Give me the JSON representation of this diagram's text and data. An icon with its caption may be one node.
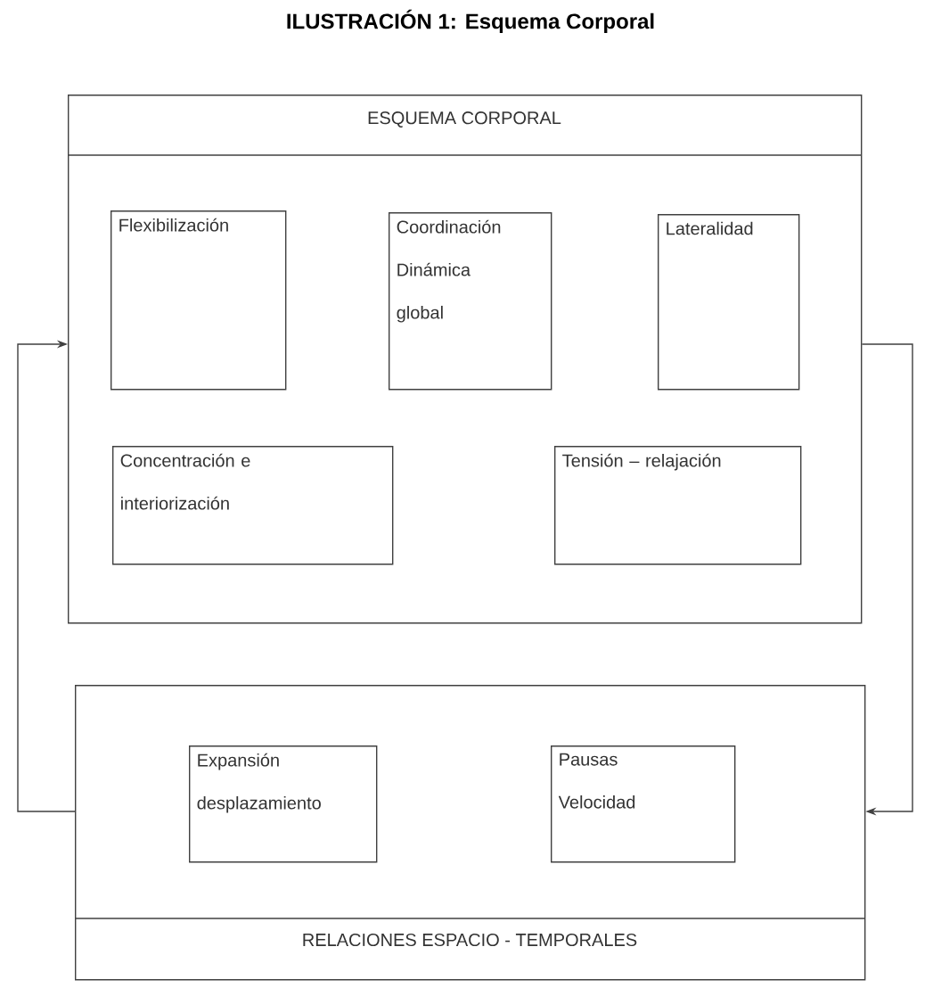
{
  "diagram": {
    "title": "ILUSTRACIÓN 1: Esquema Corporal",
    "nodes": [
      {
        "text": [
          "ESQUEMA CORPORAL"
        ]
      },
      {
        "text": [
          "Flexibilización"
        ],
        "in": 0
      },
      {
        "text": [
          "Coordinación Dinámica global"
        ],
        "in": 0
      },
      {
        "text": [
          "Lateralidad"
        ],
        "in": 0
      },
      {
        "text": [
          "Concentración e interiorización"
        ],
        "in": 0
      },
      {
        "text": [
          "Tensión – relajación"
        ],
        "in": 0
      },
      {
        "text": [
          "RELACIONES ESPACIO - TEMPORALES"
        ]
      },
      {
        "text": [
          "Expansión desplazamiento"
        ],
        "in": 6
      },
      {
        "text": [
          "Pausas Velocidad"
        ],
        "in": 6
      }
    ],
    "edges": [
      {
        "from": 6,
        "to": 0,
        "arrow": "to"
      },
      {
        "from": 0,
        "to": 6,
        "arrow": "to"
      }
    ]
  }
}
